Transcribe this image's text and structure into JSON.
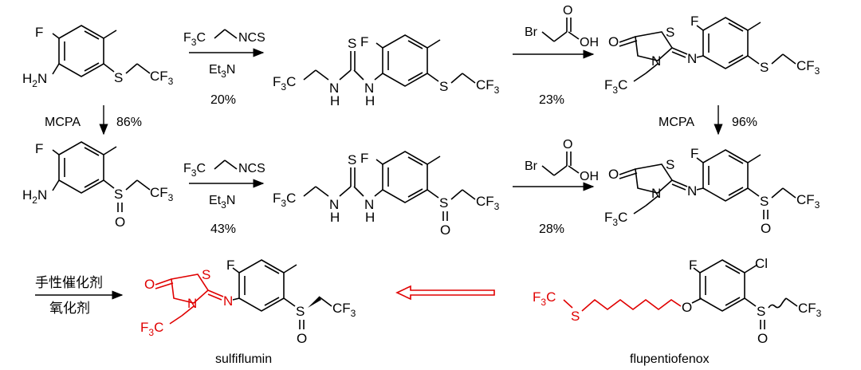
{
  "atoms": {
    "F": "F",
    "H2N_H": "H",
    "H2N_2": "2",
    "H2N_N": "N",
    "S": "S",
    "O": "O",
    "N": "N",
    "H": "H",
    "CF": "CF",
    "F3C_F": "F",
    "F3C_C": "C",
    "three": "3",
    "Et3N_Et": "Et",
    "Et3N_N": "N",
    "Br": "Br",
    "OH": "OH",
    "Cl": "Cl",
    "NCS": "NCS"
  },
  "conditions": {
    "reagent_isothiocyanate_label": "NCS",
    "base": "Et3N",
    "mcpa": "MCPA",
    "catalyst_line1": "手性催化剂",
    "catalyst_line2": "氧化剂"
  },
  "yields": {
    "step1_top": "20%",
    "step1_bottom": "43%",
    "step2_top": "23%",
    "step2_bottom": "28%",
    "oxidation_left": "86%",
    "oxidation_right": "96%"
  },
  "compounds": {
    "target_name": "sulfiflumin",
    "reference_name": "flupentiofenox"
  },
  "colors": {
    "ink": "#000000",
    "highlight": "#e00000"
  }
}
